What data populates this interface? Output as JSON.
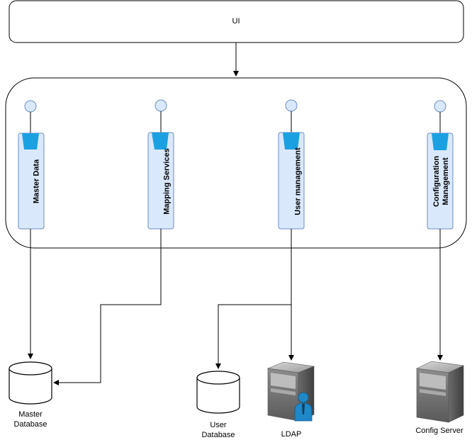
{
  "ui_box": {
    "label": "UI"
  },
  "services": [
    {
      "id": "master-data",
      "label": "Master Data"
    },
    {
      "id": "mapping-services",
      "label": "Mapping Services"
    },
    {
      "id": "user-management",
      "label": "User management"
    },
    {
      "id": "configuration-management",
      "label_line1": "Configuration",
      "label_line2": "Management"
    }
  ],
  "stores": {
    "master_db": {
      "label_line1": "Master",
      "label_line2": "Database"
    },
    "user_db": {
      "label_line1": "User",
      "label_line2": "Database"
    },
    "ldap": {
      "label": "LDAP"
    },
    "config_server": {
      "label": "Config Server"
    }
  },
  "colors": {
    "stroke": "#000000",
    "component_fill": "#dae8fc",
    "component_stroke": "#6c8ebf",
    "interface_blue": "#1ba1e2",
    "server_gray": "#7a7a7a",
    "person_blue": "#1e88c8"
  }
}
